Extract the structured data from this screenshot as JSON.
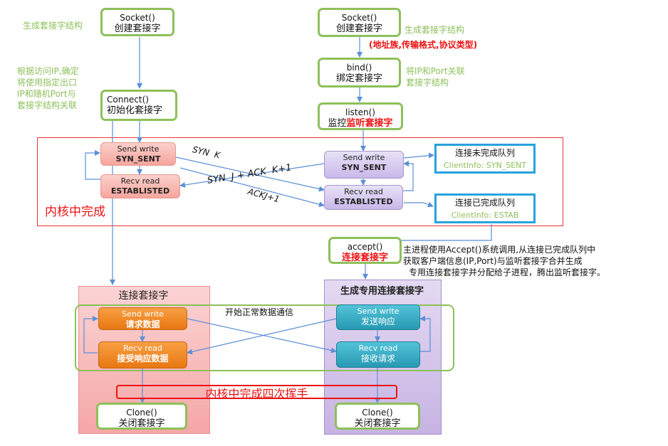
{
  "client": {
    "socket": {
      "title": "Socket()",
      "desc": "创建套接字"
    },
    "connect": {
      "title": "Connect()",
      "desc": "初始化套接字"
    },
    "note_socket": "生成套接字结构",
    "note_connect": [
      "根据访问IP,确定",
      "将使用指定出口",
      "IP和随机Port与",
      "套接字结构关联"
    ],
    "send_write": {
      "title": "Send write",
      "state": "SYN_SENT"
    },
    "recv_read": {
      "title": "Recv read",
      "state": "ESTABLISTED"
    },
    "conn_panel": "连接套接字",
    "send_req": {
      "title": "Send write",
      "desc": "请求数据"
    },
    "recv_resp": {
      "title": "Recv read",
      "desc": "接受响应数据"
    },
    "clone": {
      "title": "Clone()",
      "desc": "关闭套接字"
    }
  },
  "server": {
    "socket": {
      "title": "Socket()",
      "desc": "创建套接字"
    },
    "note_socket": "生成套接字结构",
    "note_socket_red": "(地址族,传输格式,协议类型)",
    "bind": {
      "title": "bind()",
      "desc": "绑定套接字"
    },
    "note_bind": [
      "将IP和Port关联",
      "套接字结构"
    ],
    "listen": {
      "title": "listen()",
      "desc_prefix": "监控",
      "desc_red": "监听套接字"
    },
    "send_write": {
      "title": "Send write",
      "state": "SYN_SENT"
    },
    "recv_read": {
      "title": "Recv read",
      "state": "ESTABLISTED"
    },
    "queue_incomplete": {
      "title": "连接未完成队列",
      "info": "ClientInfo: SYN_SENT"
    },
    "queue_complete": {
      "title": "连接已完成队列",
      "info": "ClientInfo: ESTAB"
    },
    "accept": {
      "title": "accept()",
      "desc": "连接套接字"
    },
    "accept_note": [
      "主进程使用Accept()系统调用,从连接已完成队列中",
      "获取客户端信息(IP,Port)与监听套接字合并生成",
      "专用连接套接字并分配给子进程，腾出监听套接字。"
    ],
    "conn_panel": "生成专用连接套接字",
    "send_resp": {
      "title": "Send write",
      "desc": "发送响应"
    },
    "recv_req": {
      "title": "Recv read",
      "desc": "接收请求"
    },
    "clone": {
      "title": "Clone()",
      "desc": "关闭套接字"
    }
  },
  "labels": {
    "syn_k": "SYN  K",
    "syn_j_ack": "SYN  J + ACK  K+1",
    "ack_j": "ACKJ+1",
    "kernel": "内核中完成",
    "start_comm": "开始正常数据通信",
    "four_wave": "内核中完成四次挥手"
  },
  "colors": {
    "green": "#8dc05a",
    "red": "#ee1111",
    "blue_line": "#5b8fd6",
    "queue_border": "#26a3dd"
  }
}
